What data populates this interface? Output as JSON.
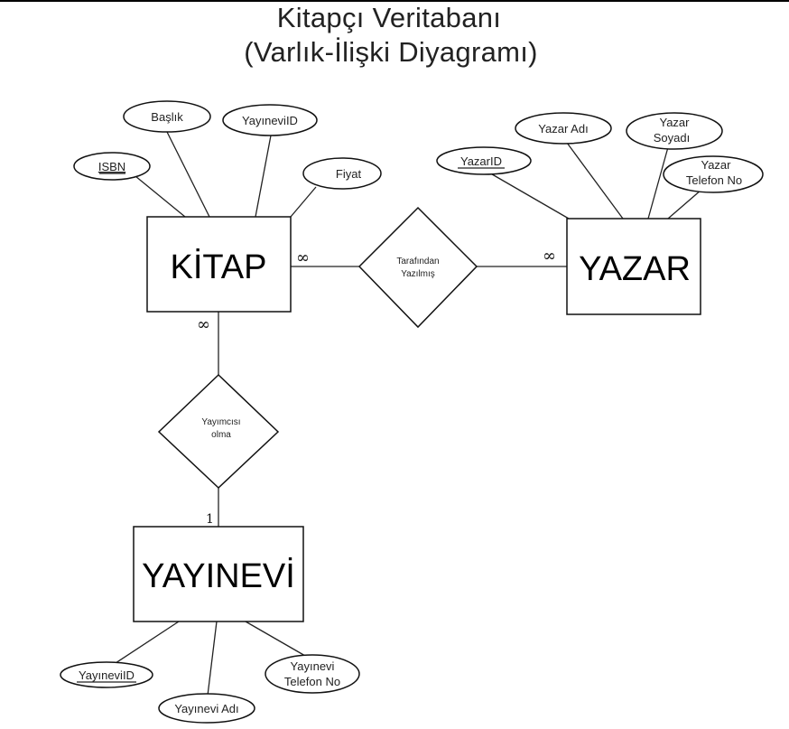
{
  "title": {
    "line1": "Kitapçı Veritabanı",
    "line2": "(Varlık-İlişki Diyagramı)"
  },
  "entities": {
    "kitap": "KİTAP",
    "yazar": "YAZAR",
    "yayinevi": "YAYINEVİ"
  },
  "relationships": {
    "tarafindan_yazilmis": [
      "Tarafından",
      "Yazılmış"
    ],
    "yayimcisi_olma": [
      "Yayımcısı",
      "olma"
    ]
  },
  "attributes": {
    "kitap": {
      "isbn": "ISBN",
      "baslik": "Başlık",
      "yayinevi_id": "YayıneviID",
      "fiyat": "Fiyat"
    },
    "yazar": {
      "yazar_id": "YazarID",
      "yazar_adi": "Yazar Adı",
      "yazar_soyadi": [
        "Yazar",
        "Soyadı"
      ],
      "yazar_telefon": [
        "Yazar",
        "Telefon No"
      ]
    },
    "yayinevi": {
      "yayinevi_id": "YayıneviID",
      "yayinevi_adi": "Yayınevi Adı",
      "yayinevi_telefon": [
        "Yayınevi",
        "Telefon No"
      ]
    }
  },
  "cardinalities": {
    "kitap_yazilmis": "∞",
    "yazar_yazilmis": "∞",
    "kitap_yayimcisi": "∞",
    "yayinevi_yayimcisi": "1"
  }
}
